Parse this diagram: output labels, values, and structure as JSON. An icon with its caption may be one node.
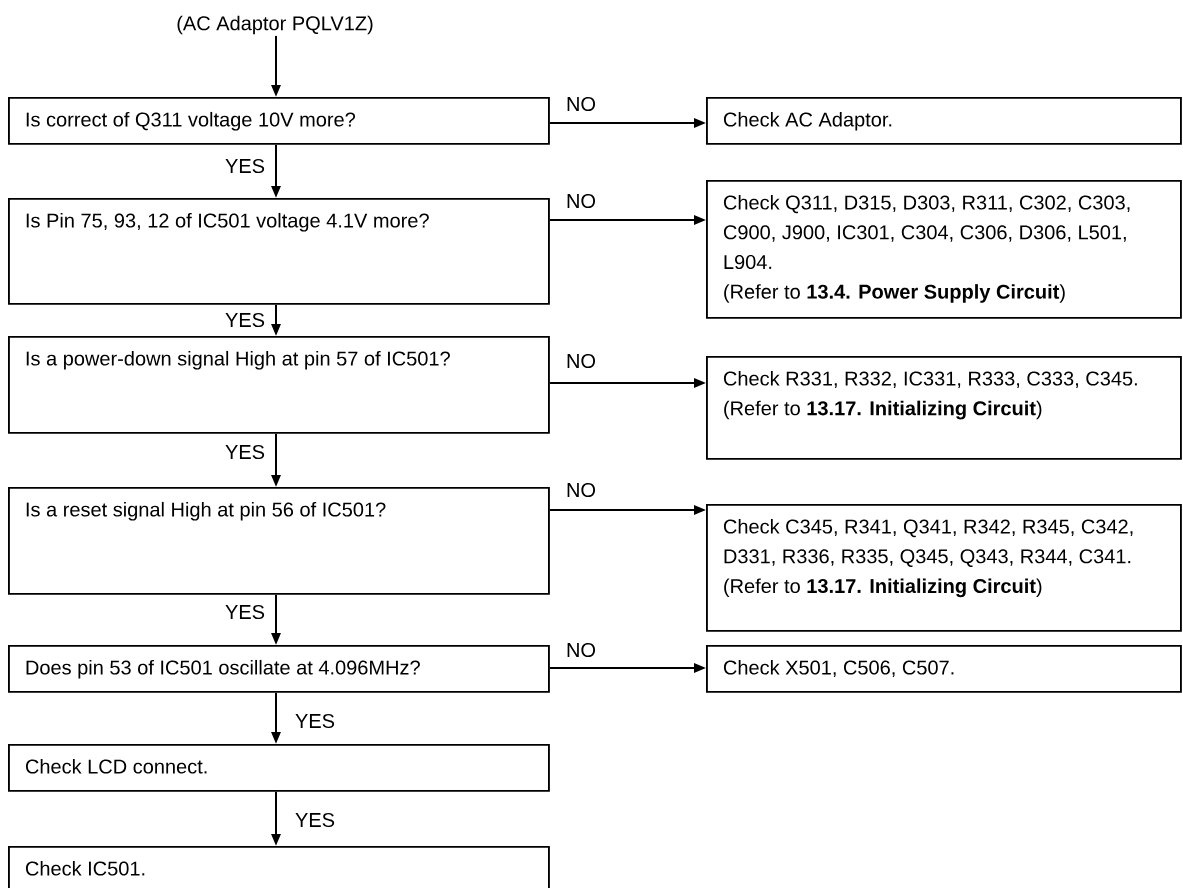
{
  "diagram": {
    "nodes": [
      {
        "text": [
          "(AC Adaptor PQLV1Z)"
        ]
      },
      {
        "text": [
          "Is correct of Q311 voltage 10V more?"
        ]
      },
      {
        "text": [
          "Check AC Adaptor."
        ]
      },
      {
        "text": [
          "Is Pin 75, 93, 12 of IC501 voltage 4.1V more?"
        ]
      },
      {
        "text": [
          "Check Q311, D315, D303, R311, C302, C303, C900, J900, IC301, C304, C306, D306, L501, L904.",
          "(Refer to **13.4. Power Supply Circuit**)"
        ]
      },
      {
        "text": [
          "Is a power-down signal High at pin 57 of IC501?"
        ]
      },
      {
        "text": [
          "Check R331, R332, IC331, R333, C333, C345.",
          "(Refer to **13.17. Initializing Circuit**)"
        ]
      },
      {
        "text": [
          "Is a reset signal High at pin 56 of IC501?"
        ]
      },
      {
        "text": [
          "Check C345, R341, Q341, R342, R345, C342, D331, R336, R335, Q345, Q343, R344, C341.",
          "(Refer to **13.17. Initializing Circuit**)"
        ]
      },
      {
        "text": [
          "Does pin 53 of IC501 oscillate at 4.096MHz?"
        ]
      },
      {
        "text": [
          "Check X501, C506, C507."
        ]
      },
      {
        "text": [
          "Check LCD connect."
        ]
      },
      {
        "text": [
          "Check IC501."
        ]
      }
    ],
    "edges": [
      {
        "from": 0,
        "to": 1,
        "arrow": "to"
      },
      {
        "from": 1,
        "to": 2,
        "arrow": "to",
        "label": "NO"
      },
      {
        "from": 1,
        "to": 3,
        "arrow": "to",
        "label": "YES"
      },
      {
        "from": 3,
        "to": 4,
        "arrow": "to",
        "label": "NO"
      },
      {
        "from": 3,
        "to": 5,
        "arrow": "to",
        "label": "YES"
      },
      {
        "from": 5,
        "to": 6,
        "arrow": "to",
        "label": "NO"
      },
      {
        "from": 5,
        "to": 7,
        "arrow": "to",
        "label": "YES"
      },
      {
        "from": 7,
        "to": 8,
        "arrow": "to",
        "label": "NO"
      },
      {
        "from": 7,
        "to": 9,
        "arrow": "to",
        "label": "YES"
      },
      {
        "from": 9,
        "to": 10,
        "arrow": "to",
        "label": "NO"
      },
      {
        "from": 9,
        "to": 11,
        "arrow": "to",
        "label": "YES"
      },
      {
        "from": 11,
        "to": 12,
        "arrow": "to",
        "label": "YES"
      }
    ]
  }
}
